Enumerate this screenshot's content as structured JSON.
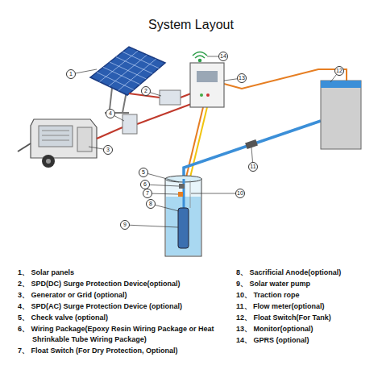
{
  "diagram": {
    "title": "System Layout",
    "labels": [
      "1",
      "2",
      "3",
      "4",
      "5",
      "6",
      "7",
      "8",
      "9",
      "10",
      "11",
      "12",
      "13",
      "14",
      "1、 Solar panels",
      "2、 SPD(DC) Surge Protection Device(optional)",
      "3、 Generator  or  Grid (optional)",
      "4、 SPD(AC) Surge Protection Device (optional)",
      "5、 Check valve (optional)",
      "6、 Wiring Package(Epoxy Resin Wiring Package or Heat Shrinkable Tube Wiring Package)",
      "7、 Float Switch (For Dry Protection, Optional)",
      "8、 Sacrificial Anode(optional)",
      "9、 Solar water pump",
      "10、 Traction rope",
      "11、 Flow meter(optional)",
      "12、 Float Switch(For Tank)",
      "13、 Monitor(optional)",
      "14、 GPRS (optional)"
    ]
  }
}
